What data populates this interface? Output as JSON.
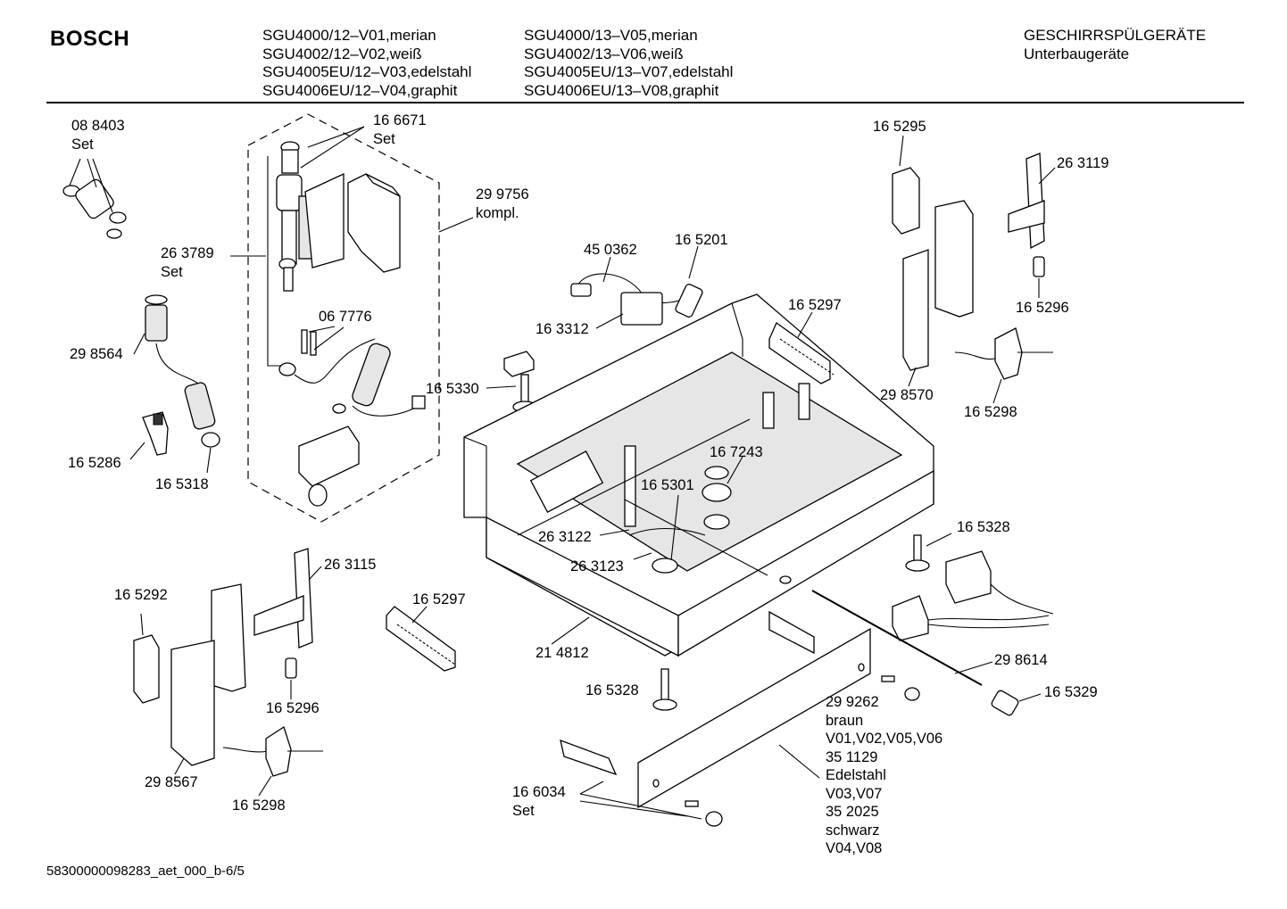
{
  "header": {
    "brand": "BOSCH",
    "models_col1": [
      "SGU4000/12–V01,merian",
      "SGU4002/12–V02,weiß",
      "SGU4005EU/12–V03,edelstahl",
      "SGU4006EU/12–V04,graphit"
    ],
    "models_col2": [
      "SGU4000/13–V05,merian",
      "SGU4002/13–V06,weiß",
      "SGU4005EU/13–V07,edelstahl",
      "SGU4006EU/13–V08,graphit"
    ],
    "category": "GESCHIRRSPÜLGERÄTE",
    "subcategory": "Unterbaugeräte"
  },
  "parts": {
    "p088403": {
      "number": "08 8403",
      "note": "Set"
    },
    "p166671": {
      "number": "16 6671",
      "note": "Set"
    },
    "p299756": {
      "number": "29 9756",
      "note": "kompl."
    },
    "p263789": {
      "number": "26 3789",
      "note": "Set"
    },
    "p067776": {
      "number": "06 7776"
    },
    "p298564": {
      "number": "29 8564"
    },
    "p165286": {
      "number": "16 5286"
    },
    "p165318": {
      "number": "16 5318"
    },
    "p450362": {
      "number": "45 0362"
    },
    "p165201": {
      "number": "16 5201"
    },
    "p163312": {
      "number": "16 3312"
    },
    "p165297a": {
      "number": "16 5297"
    },
    "p165330": {
      "number": "16 5330"
    },
    "p167243": {
      "number": "16 7243"
    },
    "p165301": {
      "number": "16 5301"
    },
    "p263122": {
      "number": "26 3122"
    },
    "p263123": {
      "number": "26 3123"
    },
    "p165295": {
      "number": "16 5295"
    },
    "p263119": {
      "number": "26 3119"
    },
    "p165296a": {
      "number": "16 5296"
    },
    "p298570": {
      "number": "29 8570"
    },
    "p165298a": {
      "number": "16 5298"
    },
    "p165328a": {
      "number": "16 5328"
    },
    "p165292": {
      "number": "16 5292"
    },
    "p263115": {
      "number": "26 3115"
    },
    "p165297b": {
      "number": "16 5297"
    },
    "p165296b": {
      "number": "16 5296"
    },
    "p298567": {
      "number": "29 8567"
    },
    "p165298b": {
      "number": "16 5298"
    },
    "p214812": {
      "number": "21 4812"
    },
    "p165328b": {
      "number": "16 5328"
    },
    "p298614": {
      "number": "29 8614"
    },
    "p165329": {
      "number": "16 5329"
    },
    "p166034": {
      "number": "16 6034",
      "note": "Set"
    },
    "p299262": {
      "number": "29 9262"
    },
    "p299262_lines": [
      "braun",
      "V01,V02,V05,V06",
      "35 1129",
      "Edelstahl",
      "V03,V07",
      "35 2025",
      "schwarz",
      "V04,V08"
    ]
  },
  "footer": {
    "doc_id": "58300000098283_aet_000_b-6/5"
  }
}
